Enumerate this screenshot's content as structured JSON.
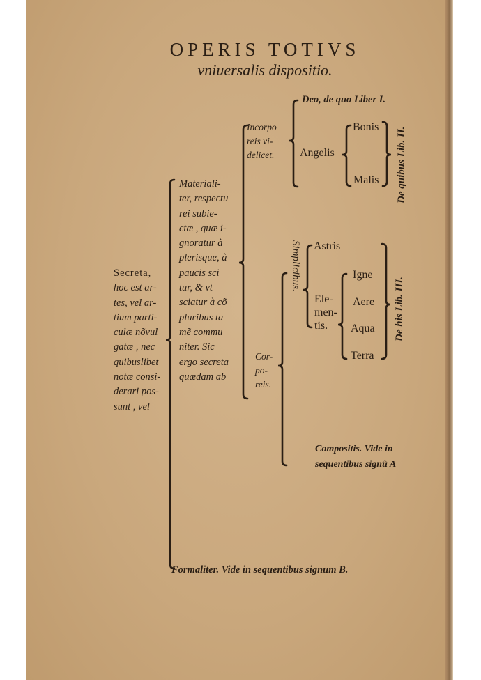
{
  "header": {
    "title": "OPERIS TOTIVS",
    "subtitle": "vniuersalis dispositio."
  },
  "root": {
    "lines": [
      "Secreta,",
      "hoc est ar-",
      "tes, vel ar-",
      "tium parti-",
      "culæ nõvul",
      "gatæ , nec",
      "quibuslibet",
      "notæ consi-",
      "derari pos-",
      "sunt , vel"
    ]
  },
  "materialiter": {
    "lines": [
      "Materiali-",
      "ter, respectu",
      "rei subie-",
      "ctæ , quæ i-",
      "gnoratur à",
      "plerisque, à",
      "paucis sci",
      "tur, & vt",
      "sciatur à cõ",
      "pluribus ta",
      "mẽ commu",
      "niter. Sic",
      "ergo secreta",
      "quædam ab"
    ]
  },
  "incorporeis": {
    "lines": [
      "Incorpo",
      "reis vi-",
      "delicet."
    ]
  },
  "deo": "Deo, de quo Liber I.",
  "angelis": {
    "label": "Angelis",
    "children": [
      "Bonis",
      "Malis"
    ],
    "note": "De quibus Lib. II."
  },
  "corporeis": {
    "lines": [
      "Cor-",
      "po-",
      "reis."
    ]
  },
  "simplicibus": {
    "label": "Simplicibus.",
    "astris": "Astris",
    "elementis": {
      "lines": [
        "Ele-",
        "men-",
        "tis."
      ],
      "children": [
        "Igne",
        "Aere",
        "Aqua",
        "Terra"
      ]
    },
    "note": "De his Lib. III."
  },
  "compositis": {
    "lines": [
      "Compositis. Vide in",
      "sequentibus signũ A"
    ]
  },
  "formaliter": "Formaliter. Vide in sequentibus signum B."
}
